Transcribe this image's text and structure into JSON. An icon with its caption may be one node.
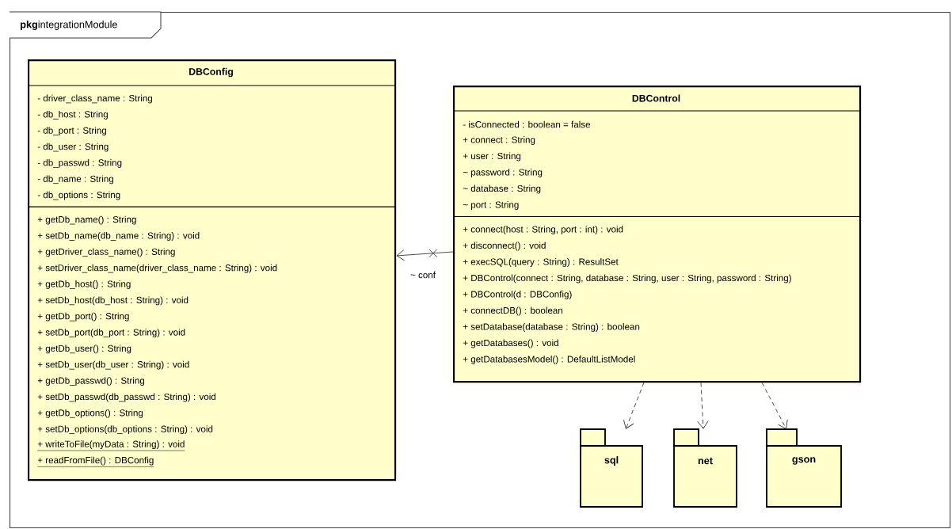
{
  "diagram": {
    "nodes": [
      {
        "text": [
          "**pkg**integrationModule"
        ]
      },
      {
        "text": [
          "DBConfig",
          "- driver_class_name : String",
          "- db_host : String",
          "- db_port : String",
          "- db_user : String",
          "- db_passwd : String",
          "- db_name : String",
          "- db_options : String",
          "+ getDb_name() : String",
          "+ setDb_name(db_name : String) : void",
          "+ getDriver_class_name() : String",
          "+ setDriver_class_name(driver_class_name : String) : void",
          "+ getDb_host() : String",
          "+ setDb_host(db_host : String) : void",
          "+ getDb_port() : String",
          "+ setDb_port(db_port : String) : void",
          "+ getDb_user() : String",
          "+ setDb_user(db_user : String) : void",
          "+ getDb_passwd() : String",
          "+ setDb_passwd(db_passwd : String) : void",
          "+ getDb_options() : String",
          "+ setDb_options(db_options : String) : void",
          "+ writeToFile(myData : String) : void",
          "+ readFromFile() : DBConfig"
        ],
        "in": 0
      },
      {
        "text": [
          "DBControl",
          "- isConnected : boolean = false",
          "+ connect : String",
          "+ user : String",
          "~ password : String",
          "~ database : String",
          "~ port : String",
          "+ connect(host : String, port : int) : void",
          "+ disconnect() : void",
          "+ execSQL(query : String) : ResultSet",
          "+ DBControl(connect : String, database : String, user : String, password : String)",
          "+ DBControl(d : DBConfig)",
          "+ connectDB() : boolean",
          "+ setDatabase(database : String) : boolean",
          "+ getDatabases() : void",
          "+ getDatabasesModel() : DefaultListModel"
        ],
        "in": 0
      },
      {
        "text": [
          "sql"
        ],
        "in": 0
      },
      {
        "text": [
          "net"
        ],
        "in": 0
      },
      {
        "text": [
          "gson"
        ],
        "in": 0
      }
    ],
    "edges": [
      {
        "from": 2,
        "to": 1,
        "arrow": "to",
        "label": "~ conf"
      },
      {
        "from": 2,
        "to": 3,
        "arrow": "to",
        "style": "dashed"
      },
      {
        "from": 2,
        "to": 4,
        "arrow": "to",
        "style": "dashed"
      },
      {
        "from": 2,
        "to": 5,
        "arrow": "to",
        "style": "dashed"
      }
    ]
  }
}
